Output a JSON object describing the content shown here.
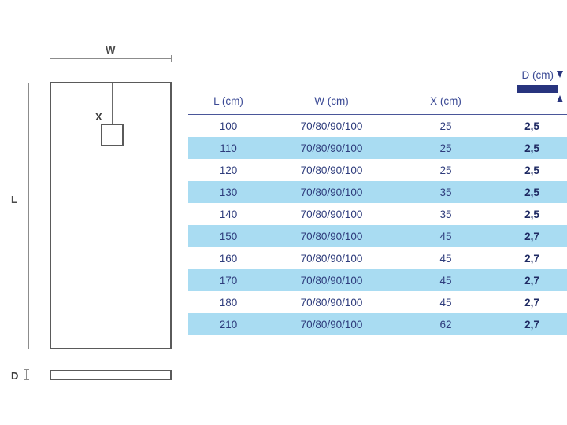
{
  "drawing": {
    "plan_view": {
      "width_label": "W",
      "length_label": "L",
      "drain_label": "X"
    },
    "side_view": {
      "depth_label": "D"
    }
  },
  "table": {
    "headers": [
      {
        "key": "l",
        "label": "L (cm)"
      },
      {
        "key": "w",
        "label": "W (cm)"
      },
      {
        "key": "x",
        "label": "X (cm)"
      },
      {
        "key": "d",
        "label": "D (cm)"
      }
    ],
    "d_header": {
      "label": "D (cm)",
      "arrow_down_icon": "arrow-down-icon",
      "arrow_up_icon": "arrow-up-icon",
      "bar_color": "#28347e"
    },
    "rows": [
      {
        "l": "100",
        "w": "70/80/90/100",
        "x": "25",
        "d": "2,5"
      },
      {
        "l": "110",
        "w": "70/80/90/100",
        "x": "25",
        "d": "2,5"
      },
      {
        "l": "120",
        "w": "70/80/90/100",
        "x": "25",
        "d": "2,5"
      },
      {
        "l": "130",
        "w": "70/80/90/100",
        "x": "35",
        "d": "2,5"
      },
      {
        "l": "140",
        "w": "70/80/90/100",
        "x": "35",
        "d": "2,5"
      },
      {
        "l": "150",
        "w": "70/80/90/100",
        "x": "45",
        "d": "2,7"
      },
      {
        "l": "160",
        "w": "70/80/90/100",
        "x": "45",
        "d": "2,7"
      },
      {
        "l": "170",
        "w": "70/80/90/100",
        "x": "45",
        "d": "2,7"
      },
      {
        "l": "180",
        "w": "70/80/90/100",
        "x": "45",
        "d": "2,7"
      },
      {
        "l": "210",
        "w": "70/80/90/100",
        "x": "62",
        "d": "2,7"
      }
    ]
  },
  "colors": {
    "text_navy": "#2e3c7c",
    "header_blue": "#3b4a95",
    "row_highlight": "#a9dcf2",
    "bar_navy": "#28347e",
    "line_gray": "#5a5a5a",
    "background": "#ffffff"
  }
}
